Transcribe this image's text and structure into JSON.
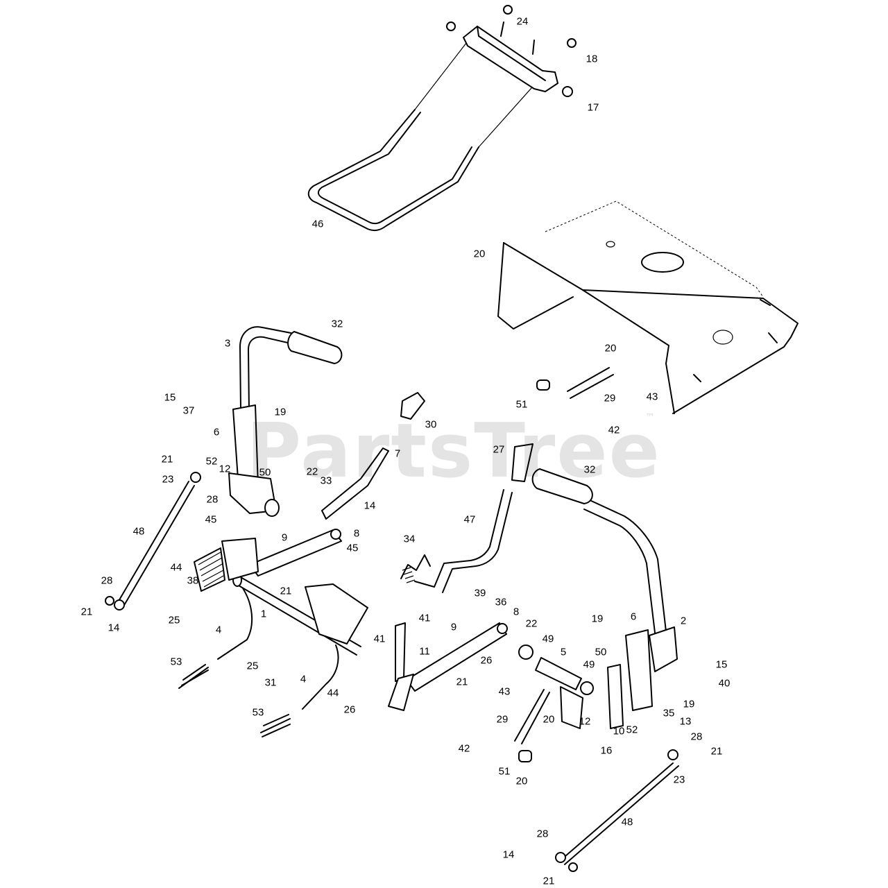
{
  "watermark": {
    "text": "PartsTree",
    "trademark": "™"
  },
  "callouts": [
    {
      "id": "c24a",
      "text": "24"
    },
    {
      "id": "c18",
      "text": "18"
    },
    {
      "id": "c17",
      "text": "17"
    },
    {
      "id": "c46",
      "text": "46"
    },
    {
      "id": "c20a",
      "text": "20"
    },
    {
      "id": "c32a",
      "text": "32"
    },
    {
      "id": "c3",
      "text": "3"
    },
    {
      "id": "c15a",
      "text": "15"
    },
    {
      "id": "c37",
      "text": "37"
    },
    {
      "id": "c19a",
      "text": "19"
    },
    {
      "id": "c30",
      "text": "30"
    },
    {
      "id": "c6a",
      "text": "6"
    },
    {
      "id": "c7",
      "text": "7"
    },
    {
      "id": "c21a",
      "text": "21"
    },
    {
      "id": "c52a",
      "text": "52"
    },
    {
      "id": "c12a",
      "text": "12"
    },
    {
      "id": "c50a",
      "text": "50"
    },
    {
      "id": "c22a",
      "text": "22"
    },
    {
      "id": "c33",
      "text": "33"
    },
    {
      "id": "c23a",
      "text": "23"
    },
    {
      "id": "c28a",
      "text": "28"
    },
    {
      "id": "c14a",
      "text": "14"
    },
    {
      "id": "c27",
      "text": "27"
    },
    {
      "id": "c32b",
      "text": "32"
    },
    {
      "id": "c45a",
      "text": "45"
    },
    {
      "id": "c48a",
      "text": "48"
    },
    {
      "id": "c8a",
      "text": "8"
    },
    {
      "id": "c9a",
      "text": "9"
    },
    {
      "id": "c47",
      "text": "47"
    },
    {
      "id": "c45b",
      "text": "45"
    },
    {
      "id": "c34",
      "text": "34"
    },
    {
      "id": "c44a",
      "text": "44"
    },
    {
      "id": "c38",
      "text": "38"
    },
    {
      "id": "c28b",
      "text": "28"
    },
    {
      "id": "c21b",
      "text": "21"
    },
    {
      "id": "c1",
      "text": "1"
    },
    {
      "id": "c21c",
      "text": "21"
    },
    {
      "id": "c14b",
      "text": "14"
    },
    {
      "id": "c25a",
      "text": "25"
    },
    {
      "id": "c39",
      "text": "39"
    },
    {
      "id": "c36",
      "text": "36"
    },
    {
      "id": "c8b",
      "text": "8"
    },
    {
      "id": "c41a",
      "text": "41"
    },
    {
      "id": "c4a",
      "text": "4"
    },
    {
      "id": "c9b",
      "text": "9"
    },
    {
      "id": "c22b",
      "text": "22"
    },
    {
      "id": "c19b",
      "text": "19"
    },
    {
      "id": "c6b",
      "text": "6"
    },
    {
      "id": "c2",
      "text": "2"
    },
    {
      "id": "c49a",
      "text": "49"
    },
    {
      "id": "c41b",
      "text": "41"
    },
    {
      "id": "c11",
      "text": "11"
    },
    {
      "id": "c26a",
      "text": "26"
    },
    {
      "id": "c5",
      "text": "5"
    },
    {
      "id": "c50b",
      "text": "50"
    },
    {
      "id": "c53a",
      "text": "53"
    },
    {
      "id": "c25b",
      "text": "25"
    },
    {
      "id": "c49b",
      "text": "49"
    },
    {
      "id": "c15b",
      "text": "15"
    },
    {
      "id": "c31",
      "text": "31"
    },
    {
      "id": "c4b",
      "text": "4"
    },
    {
      "id": "c21d",
      "text": "21"
    },
    {
      "id": "c43a",
      "text": "43"
    },
    {
      "id": "c40",
      "text": "40"
    },
    {
      "id": "c44b",
      "text": "44"
    },
    {
      "id": "c19c",
      "text": "19"
    },
    {
      "id": "c26b",
      "text": "26"
    },
    {
      "id": "c20b",
      "text": "20"
    },
    {
      "id": "c35",
      "text": "35"
    },
    {
      "id": "c53b",
      "text": "53"
    },
    {
      "id": "c12b",
      "text": "12"
    },
    {
      "id": "c13",
      "text": "13"
    },
    {
      "id": "c29a",
      "text": "29"
    },
    {
      "id": "c10",
      "text": "10"
    },
    {
      "id": "c52b",
      "text": "52"
    },
    {
      "id": "c42a",
      "text": "42"
    },
    {
      "id": "c16",
      "text": "16"
    },
    {
      "id": "c28c",
      "text": "28"
    },
    {
      "id": "c21e",
      "text": "21"
    },
    {
      "id": "c51a",
      "text": "51"
    },
    {
      "id": "c23b",
      "text": "23"
    },
    {
      "id": "c20c",
      "text": "20"
    },
    {
      "id": "c48b",
      "text": "48"
    },
    {
      "id": "c28d",
      "text": "28"
    },
    {
      "id": "c14c",
      "text": "14"
    },
    {
      "id": "c21f",
      "text": "21"
    },
    {
      "id": "c20d",
      "text": "20"
    },
    {
      "id": "c43b",
      "text": "43"
    },
    {
      "id": "c29b",
      "text": "29"
    },
    {
      "id": "c51b",
      "text": "51"
    },
    {
      "id": "c42b",
      "text": "42"
    }
  ]
}
